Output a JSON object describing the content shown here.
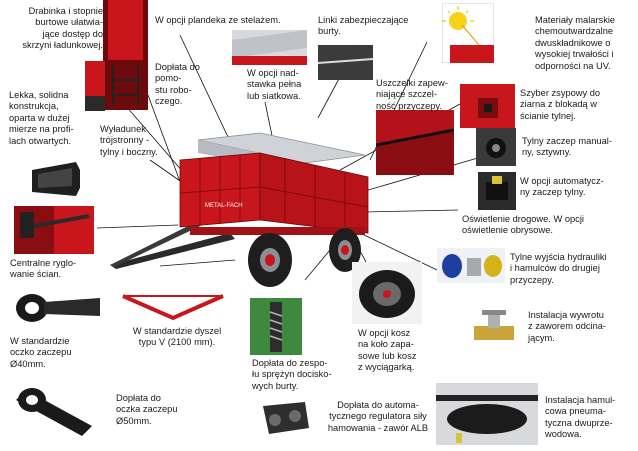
{
  "labels": {
    "ladders": "Drabinka i stopnie\nburtowe ułatwia-\njące dostęp do\nskrzyni ładunkowej.",
    "tarp": "W opcji plandeka ze stelażem.",
    "ropes": "Linki zabezpieczające\nburty.",
    "paint": "Materiały malarskie\nchemoutwardzalne\ndwuskładnikowe o\nwysokiej trwałości i\nodporności na UV.",
    "frame": "Lekka, solidna\nkonstrukcja,\noparta w dużej\nmierze na profi-\nlach otwartych.",
    "workplatform": "Dopłata do\npomo-\nstu robo-\nczego.",
    "extension": "W opcji nad-\nstawka pełna\nlub siatkowa.",
    "seals": "Uszczelki zapew-\nniające szczel-\nność przyczepy.",
    "gate": "Szyber zsypowy do\nziarna z blokadą w\nścianie tylnej.",
    "unloading": "Wyładunek\ntrójstronny -\ntylny i boczny.",
    "manualhitch": "Tylny zaczep manual-\nny, sztywny.",
    "autohitch": "W opcji automatycz-\nny zaczep tylny.",
    "lighting": "Oświetlenie drogowe. W opcji\noświetlenie obrysowe.",
    "centrallock": "Centralne ryglo-\nwanie ścian.",
    "hydraulics": "Tylne wyjścia hydrauliki\ni hamulców do drugiej\nprzyczepy.",
    "eye40": "W standardzie\noczko zaczepu\nØ40mm.",
    "drawbar": "W standardzie dyszel\ntypu V (2100 mm).",
    "springs": "Dopłata do zespo-\nłu sprężyn docisko-\nwych burty.",
    "basket": "W opcji kosz\nna koło zapa-\nsowe lub kosz\nz wyciągarką.",
    "tipvalve": "Instalacja wywrotu\nz zaworem odcina-\njącym.",
    "eye50": "Dopłata do\noczka zaczepu\nØ50mm.",
    "brakeregulator": "Dopłata do automa-\ntycznego regulatora siły\nhamowania - zawór ALB",
    "pneumatic": "Instalacja hamul-\ncowa pneuma-\ntyczna dwuprze-\nwodowa.",
    "brand": "METAL-FACH"
  },
  "colors": {
    "trailer_red": "#c8161c",
    "dark_red": "#8e0d10",
    "tarp_grey": "#c9ccd0",
    "green_panel": "#3d8a3e",
    "sun_yellow": "#f6d21a"
  },
  "icons": [
    "trailer-main-image",
    "ladder-photo",
    "tarp-photo",
    "rope-photo",
    "sun-test-photo",
    "frame-profile-photo",
    "work-platform-photo",
    "seal-photo",
    "grain-gate-photo",
    "manual-hitch-photo",
    "auto-hitch-photo",
    "central-lock-photo",
    "hydraulic-couplings-photo",
    "eye40-photo",
    "drawbar-photo",
    "springs-photo",
    "spare-basket-photo",
    "valve-photo",
    "eye50-photo",
    "alb-valve-photo",
    "pneumatic-tank-photo"
  ]
}
